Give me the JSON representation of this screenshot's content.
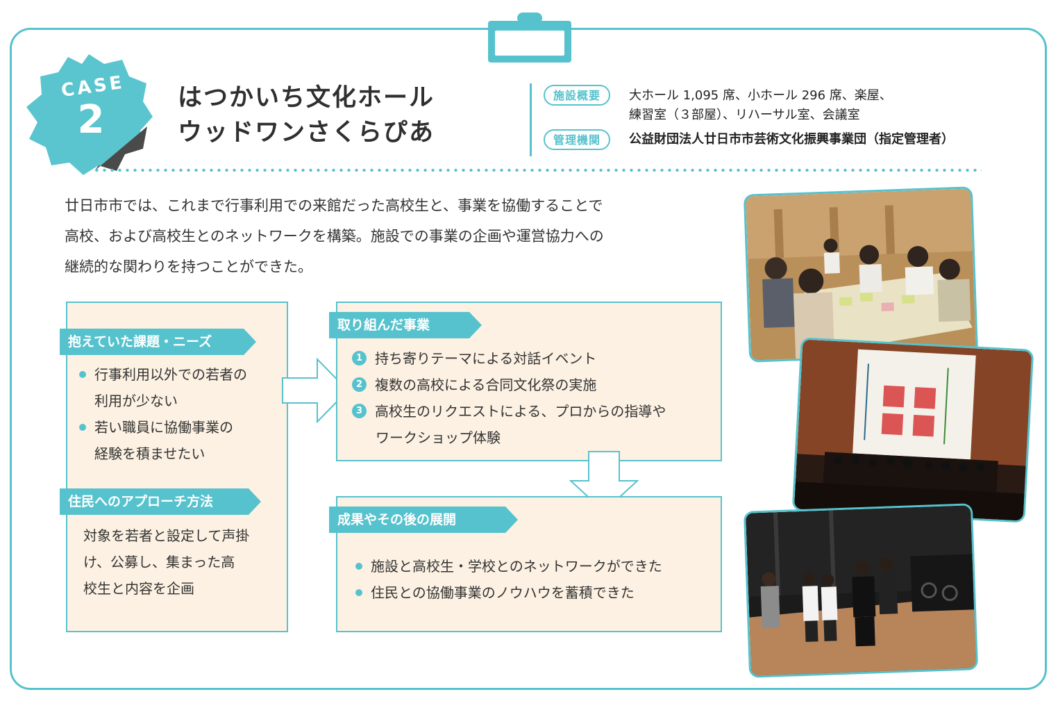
{
  "case_badge": {
    "label": "CASE",
    "number": "2"
  },
  "title": {
    "line1": "はつかいち文化ホール",
    "line2": "ウッドワンさくらぴあ"
  },
  "facility": {
    "overview_label": "施設概要",
    "overview_line1": "大ホール 1,095 席、小ホール 296 席、楽屋、",
    "overview_line2": "練習室（３部屋）、リハーサル室、会議室",
    "manager_label": "管理機関",
    "manager_value": "公益財団法人廿日市市芸術文化振興事業団（指定管理者）"
  },
  "intro": [
    "廿日市市では、これまで行事利用での来館だった高校生と、事業を協働することで",
    "高校、および高校生とのネットワークを構築。施設での事業の企画や運営協力への",
    "継続的な関わりを持つことができた。"
  ],
  "issues": {
    "heading": "抱えていた課題・ニーズ",
    "items": [
      {
        "line1": "行事利用以外での若者の",
        "line2": "利用が少ない"
      },
      {
        "line1": "若い職員に協働事業の",
        "line2": "経験を積ませたい"
      }
    ]
  },
  "approach": {
    "heading": "住民へのアプローチ方法",
    "lines": [
      "対象を若者と設定して声掛",
      "け、公募し、集まった高",
      "校生と内容を企画"
    ]
  },
  "projects": {
    "heading": "取り組んだ事業",
    "items": [
      {
        "num": "1",
        "line1": "持ち寄りテーマによる対話イベント",
        "line2": ""
      },
      {
        "num": "2",
        "line1": "複数の高校による合同文化祭の実施",
        "line2": ""
      },
      {
        "num": "3",
        "line1": "高校生のリクエストによる、プロからの指導や",
        "line2": "ワークショップ体験"
      }
    ]
  },
  "results": {
    "heading": "成果やその後の展開",
    "items": [
      "施設と高校生・学校とのネットワークができた",
      "住民との協働事業のノウハウを蓄積できた"
    ]
  },
  "colors": {
    "accent": "#56c2cd",
    "box_fill": "#fcf1e2",
    "text": "#333333"
  }
}
